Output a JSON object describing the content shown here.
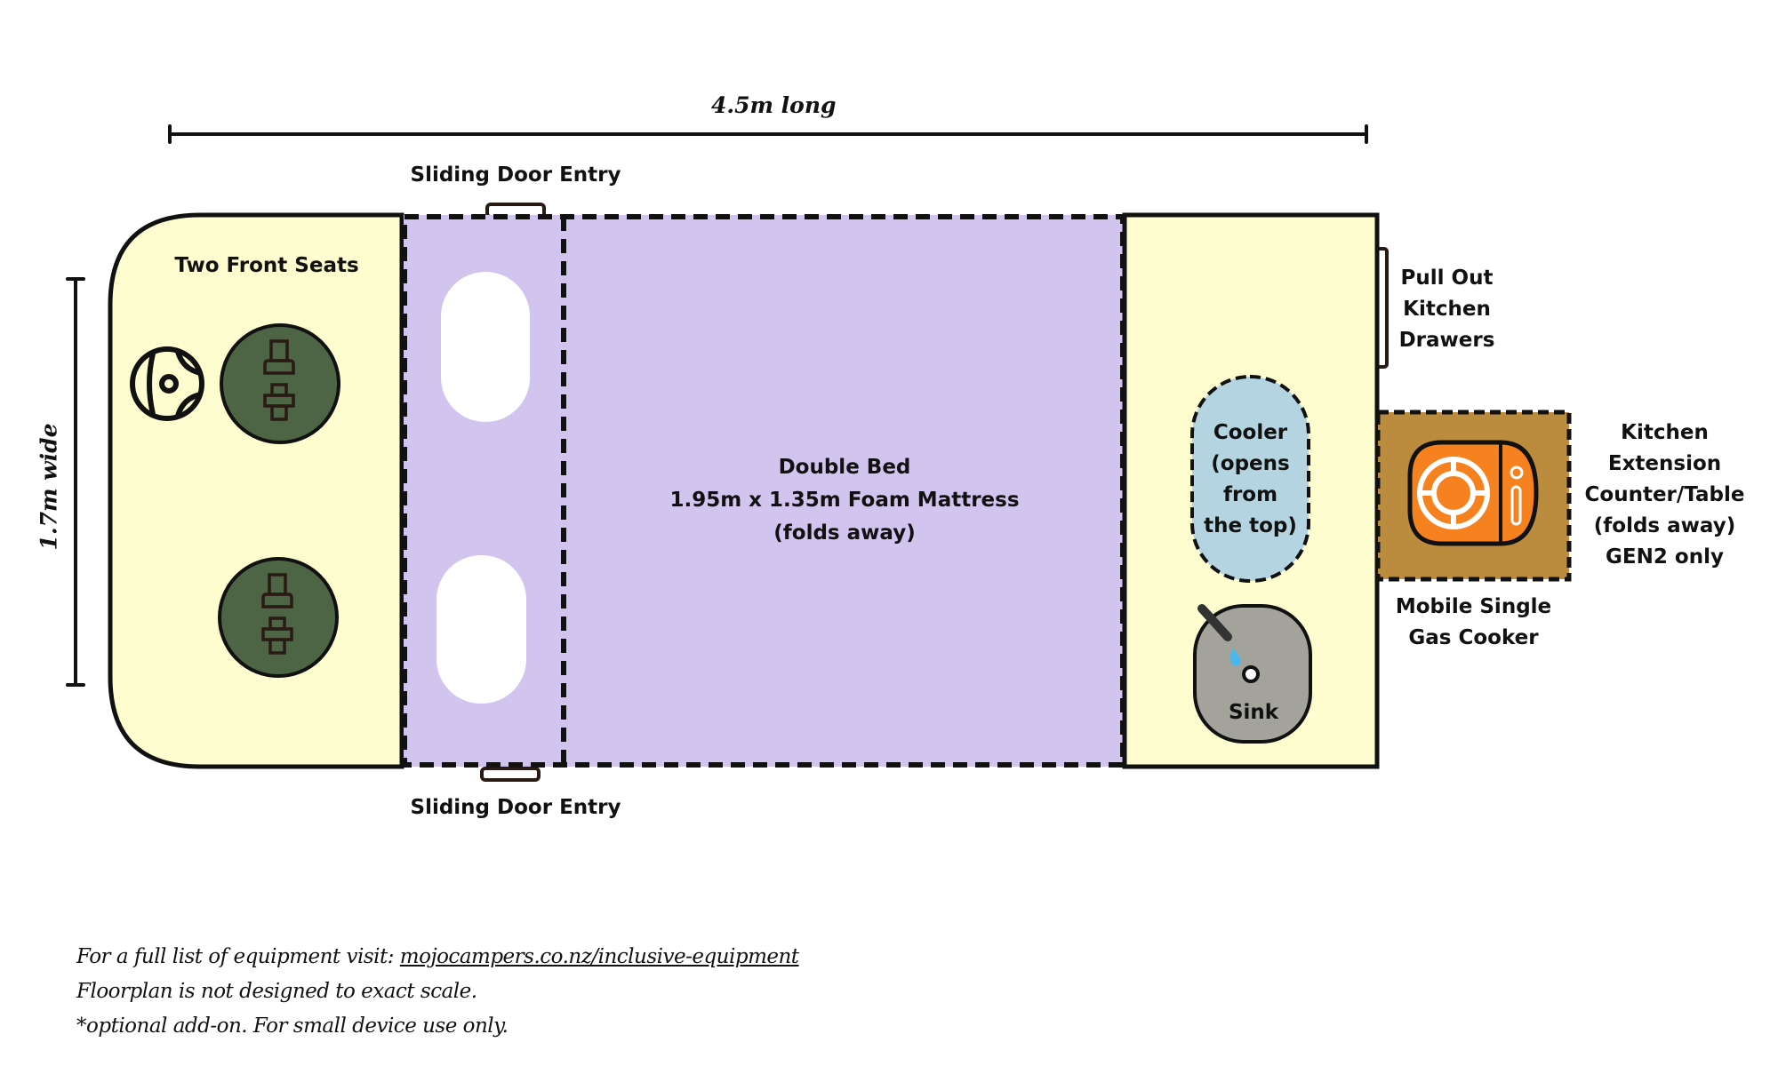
{
  "dimensions": {
    "length_label": "4.5m long",
    "width_label": "1.7m wide"
  },
  "zones": {
    "front_seats": "Two Front Seats",
    "sliding_door_top": "Sliding Door Entry",
    "sliding_door_bottom": "Sliding Door Entry",
    "bed": "Double Bed\n1.95m x 1.35m Foam Mattress\n(folds away)",
    "cooler": "Cooler\n(opens\nfrom\nthe top)",
    "sink": "Sink",
    "drawers": "Pull Out\nKitchen\nDrawers",
    "cooker": "Mobile Single\nGas Cooker",
    "extension": "Kitchen\nExtension\nCounter/Table\n(folds away)\nGEN2 only"
  },
  "notes": {
    "line1_prefix": "For a full list of equipment visit: ",
    "line1_link": "mojocampers.co.nz/inclusive-equipment",
    "line2": "Floorplan is not designed to exact scale.",
    "line3": "*optional add-on. For small device use only."
  },
  "colors": {
    "cab_fill": "#fefdd0",
    "bed_fill": "#d1c5f0",
    "seat_fill": "#4d6544",
    "cooler_fill": "#b3d4e0",
    "sink_fill": "#a3a39b",
    "extension_fill": "#bc8c3e",
    "cooker_fill": "#f5821f"
  },
  "icons": [
    "steering-wheel-icon",
    "seatbelt-icon",
    "gas-cooker-icon",
    "tap-icon"
  ]
}
